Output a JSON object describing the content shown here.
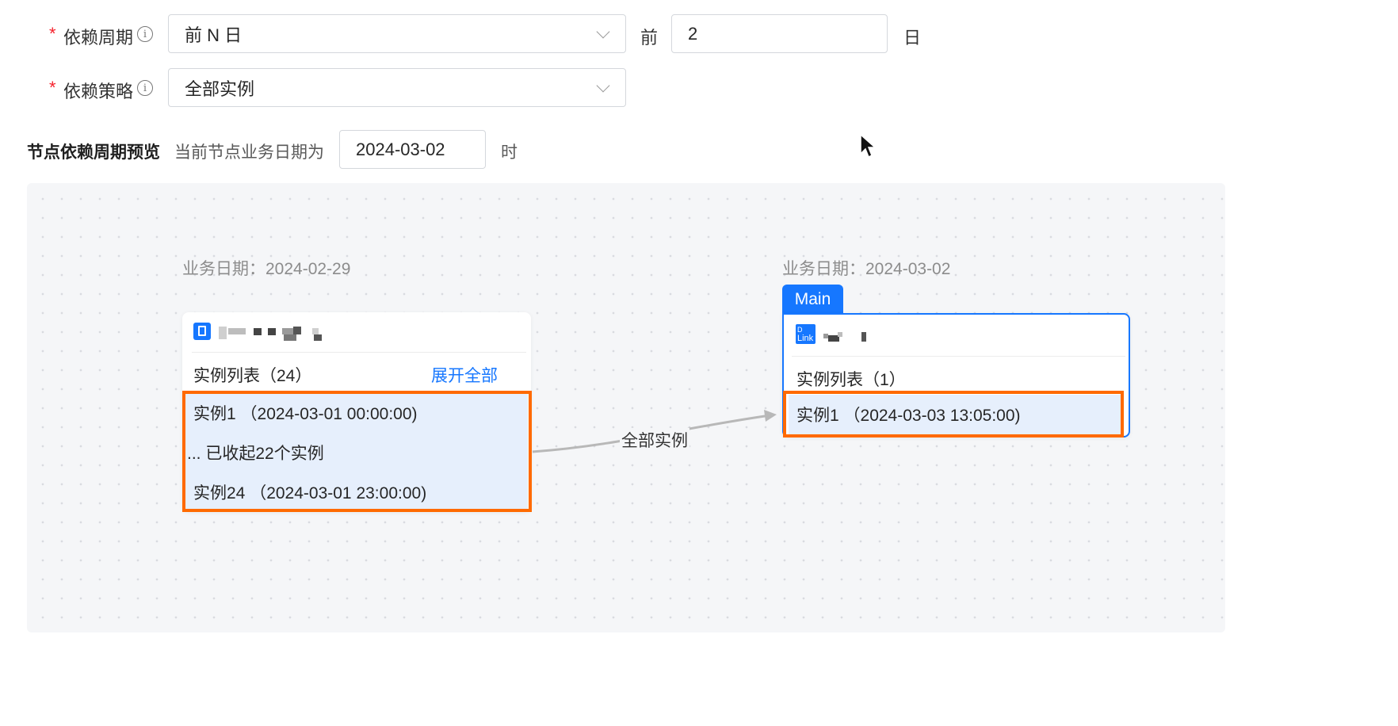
{
  "form": {
    "cycle": {
      "label": "依赖周期",
      "value": "前 N 日",
      "prefix": "前",
      "n_value": "2",
      "unit": "日"
    },
    "strategy": {
      "label": "依赖策略",
      "value": "全部实例"
    },
    "preview": {
      "title": "节点依赖周期预览",
      "desc": "当前节点业务日期为",
      "date": "2024-03-02",
      "unit": "时"
    }
  },
  "graph": {
    "upstream": {
      "date_label": "业务日期：2024-02-29",
      "list_title": "实例列表（24）",
      "expand_label": "展开全部",
      "instances": [
        "实例1 （2024-03-01 00:00:00)",
        "... 已收起22个实例",
        "实例24 （2024-03-01 23:00:00)"
      ]
    },
    "edge_label": "全部实例",
    "current": {
      "date_label": "业务日期：2024-03-02",
      "tag": "Main",
      "icon_text_top": "D",
      "icon_text_bottom": "Link",
      "list_title": "实例列表（1）",
      "instances": [
        "实例1 （2024-03-03 13:05:00)"
      ]
    }
  },
  "colors": {
    "accent": "#1677ff",
    "highlight": "#ff6a00",
    "required": "#f5222d"
  }
}
